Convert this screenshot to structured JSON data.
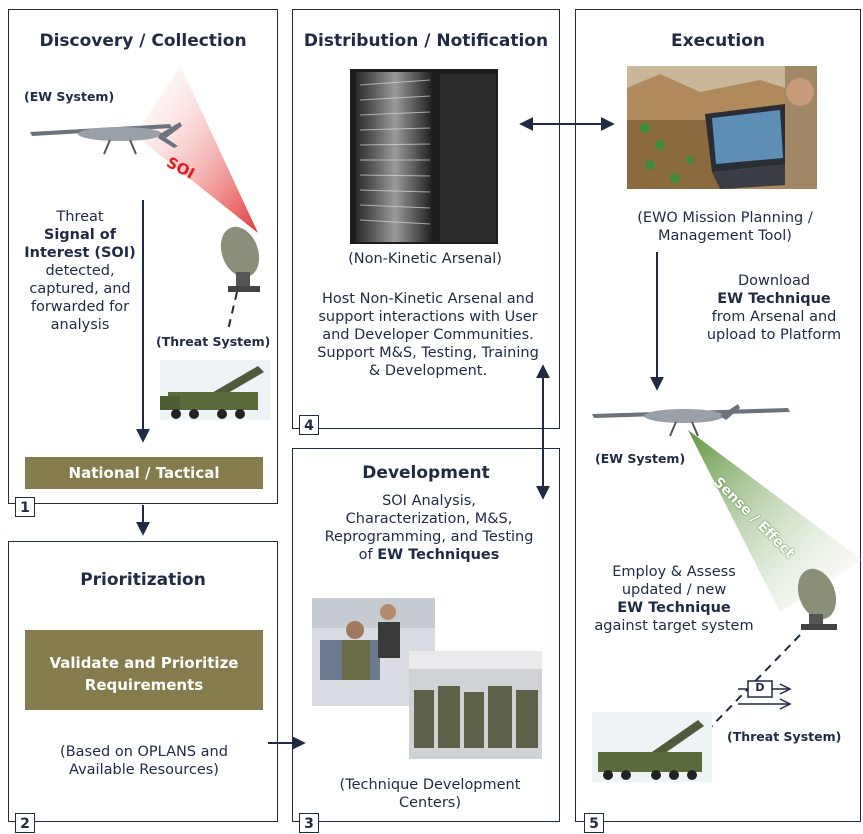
{
  "panels": {
    "discovery": {
      "title": "Discovery / Collection",
      "number": "1",
      "ew_system_label": "(EW System)",
      "soi_beam_label": "SOI",
      "text_pre": "Threat",
      "text_bold": "Signal of Interest (SOI)",
      "text_post": "detected, captured, and forwarded for analysis",
      "threat_system_label": "(Threat System)",
      "national_tactical": "National / Tactical"
    },
    "prioritization": {
      "title": "Prioritization",
      "number": "2",
      "validate_box": "Validate and Prioritize Requirements",
      "note": "(Based on OPLANS and Available Resources)"
    },
    "development": {
      "title": "Development",
      "number": "3",
      "text_pre": "SOI Analysis, Characterization, M&S, Reprogramming, and Testing of",
      "text_bold": "EW Techniques",
      "caption": "(Technique Development Centers)"
    },
    "distribution": {
      "title": "Distribution / Notification",
      "number": "4",
      "caption": "(Non-Kinetic Arsenal)",
      "description": "Host Non-Kinetic Arsenal and support interactions with User and Developer Communities. Support M&S, Testing, Training & Development."
    },
    "execution": {
      "title": "Execution",
      "number": "5",
      "tool_caption": "(EWO Mission Planning / Management Tool)",
      "download_pre": "Download",
      "download_bold": "EW Technique",
      "download_post": "from Arsenal and upload to Platform",
      "ew_system_label": "(EW System)",
      "beam_label": "Sense / Effect",
      "employ_pre": "Employ & Assess updated / new",
      "employ_bold": "EW Technique",
      "employ_post": "against target system",
      "threat_system_label": "(Threat System)",
      "d_label": "D"
    }
  },
  "colors": {
    "navy": "#1f2a44",
    "olive": "#857b4c",
    "red_beam": "#e01e1e",
    "green_beam": "#7ab648"
  }
}
